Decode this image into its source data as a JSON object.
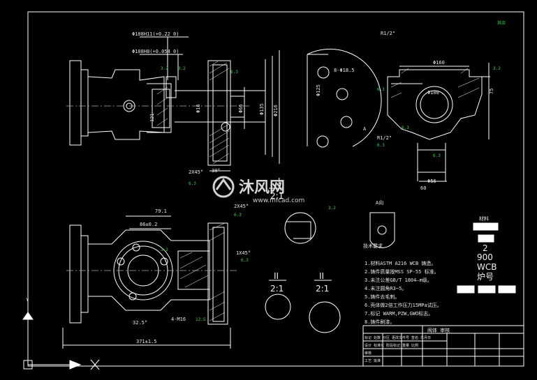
{
  "colors": {
    "background": "#000000",
    "lines": "#ffffff",
    "roughness": "#39d84a",
    "centerline": "#b0b0b0"
  },
  "labels": {
    "r_half_inch": "R1/2\"",
    "a_marker": "A",
    "a_view": "A向",
    "detail_1": "I",
    "detail_1_scale": "2:1",
    "detail_2": "II",
    "detail_3": "II",
    "detail_3_scale": "2:1",
    "detail_center_scale": "2:1",
    "corner_mark": "其余",
    "cursor_label": "Y"
  },
  "dimensions": {
    "d108h11": "Φ108H11(+0.22 0)",
    "d108h8": "Φ108H8(+0.054 0)",
    "d16": "Φ16",
    "d66": "Φ66",
    "d135": "Φ135",
    "d216": "Φ216",
    "d125": "Φ125",
    "d160": "Φ160",
    "d100": "Φ100",
    "d56": "Φ56",
    "w60": "60",
    "w160": "Φ160",
    "h75": "75",
    "h121": "121",
    "len371": "371±1.5",
    "len79": "79.1",
    "len86": "86±0.2",
    "chamfer1": "2X45°",
    "chamfer2": "2X45°",
    "chamfer3": "1X45°",
    "angle30": "30°",
    "angle32": "32.5°",
    "r1_2": "R1/2\"",
    "hole_spec": "8-Φ18.5",
    "thread_spec": "4-M16",
    "val_3_2": "3.2",
    "val_6_3": "6.3",
    "val_12_5": "12.5"
  },
  "notes": {
    "title": "技术要求",
    "items": [
      "1.材料ASTM A216 WCB 铸造。",
      "2.铸件质量按MSS SP-55 标准。",
      "3.未注公差GB/T 1804—m级。",
      "4.未注圆角R3~5。",
      "5.铸件去毛刺。",
      "6.壳体做2倍工作压力15MPa试压。",
      "7.标记 WARM,PZW,GWO标志。",
      "8.铸件刷漆。"
    ]
  },
  "materials_block": {
    "header": "材料",
    "label_2": "2",
    "number": "900",
    "material": "WCB",
    "part": "炉号"
  },
  "title_block": {
    "signature": "阀体 审核",
    "rows": [
      "标记 处数 分区 更改文件号 签名 年月日",
      "设计 标准化 阶段标记 重量 比例",
      "审核",
      "工艺 批准"
    ]
  },
  "watermark": {
    "brand": "沐风网",
    "url": "www.mfcad.com"
  }
}
